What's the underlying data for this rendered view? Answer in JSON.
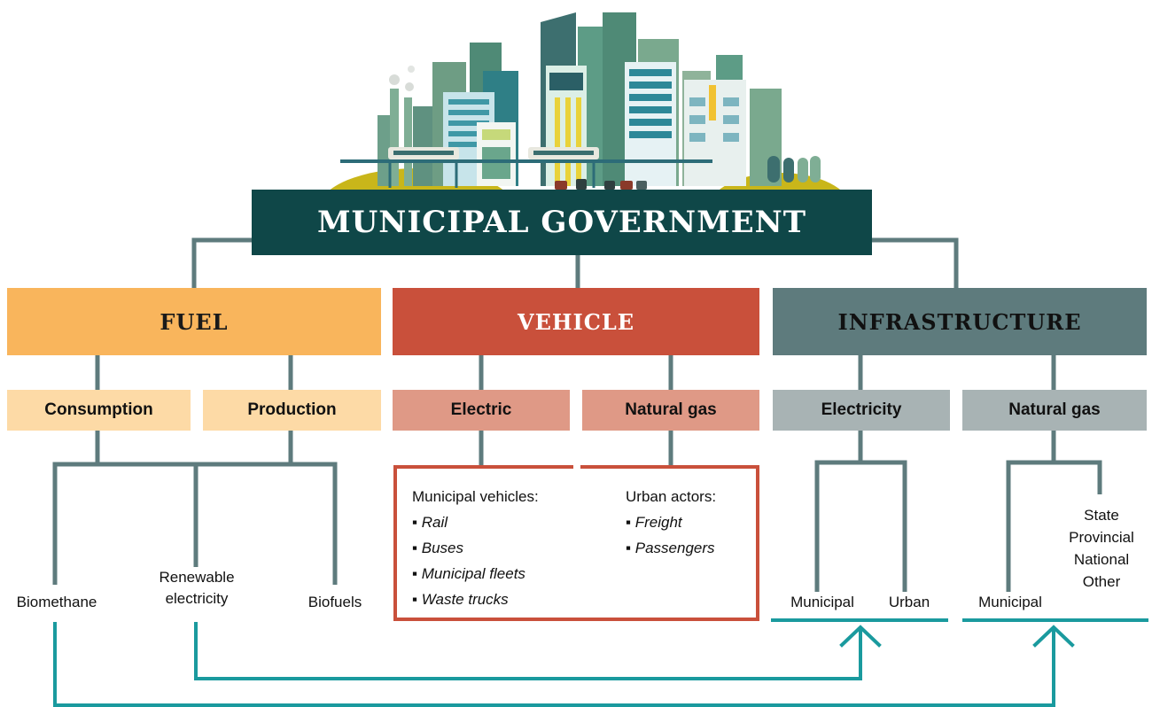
{
  "title": "MUNICIPAL GOVERNMENT",
  "categories": {
    "fuel": {
      "label": "FUEL",
      "subs": [
        "Consumption",
        "Production"
      ],
      "leaves": [
        "Biomethane",
        "Renewable electricity",
        "Biofuels"
      ],
      "color": "#f9b55c"
    },
    "vehicle": {
      "label": "VEHICLE",
      "subs": [
        "Electric",
        "Natural gas"
      ],
      "municipal_heading": "Municipal vehicles:",
      "municipal_items": [
        "Rail",
        "Buses",
        "Municipal fleets",
        "Waste trucks"
      ],
      "urban_heading": "Urban actors:",
      "urban_items": [
        "Freight",
        "Passengers"
      ],
      "color": "#c9503b"
    },
    "infrastructure": {
      "label": "INFRASTRUCTURE",
      "subs": [
        "Electricity",
        "Natural gas"
      ],
      "electricity_leaves": [
        "Municipal",
        "Urban"
      ],
      "natgas_leaves": [
        "Municipal",
        "State",
        "Provincial",
        "National",
        "Other"
      ],
      "color": "#5e7b7d"
    }
  },
  "colors": {
    "title_bg": "#0f4748",
    "connector": "#5e7b7d",
    "flow_arrow": "#1a9a9e"
  },
  "icons": [
    "city-skyline-illustration"
  ]
}
